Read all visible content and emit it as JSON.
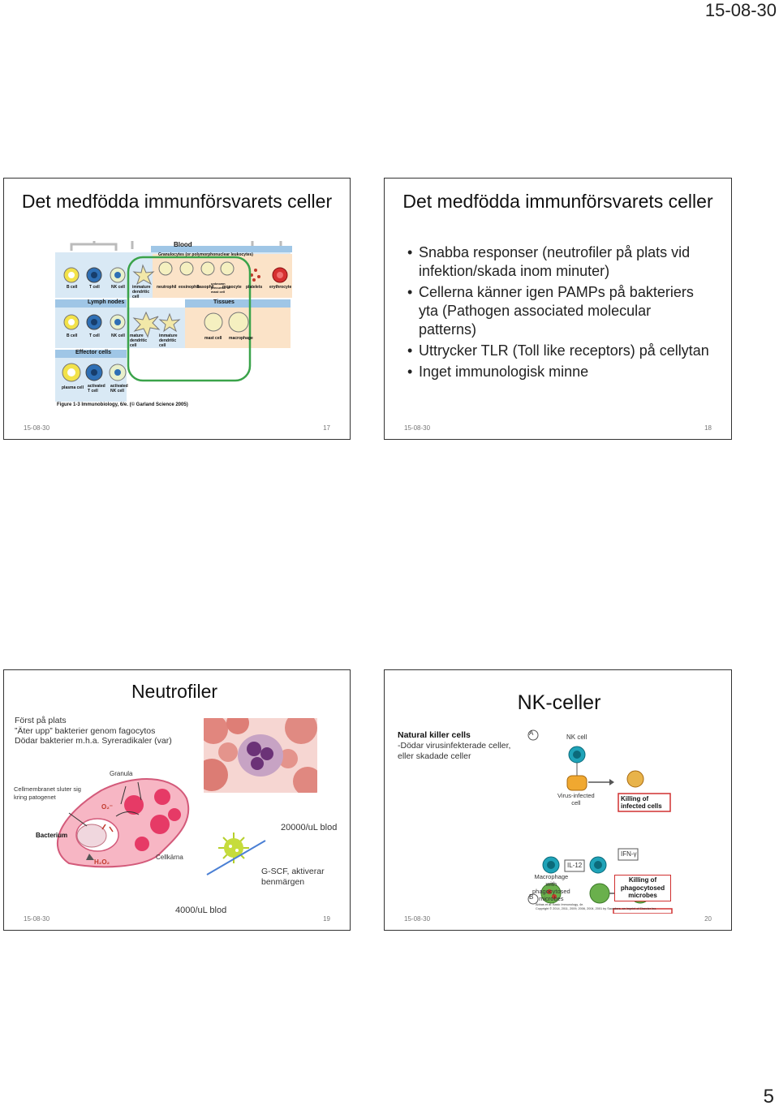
{
  "page": {
    "date": "15-08-30",
    "number": "5"
  },
  "slide17": {
    "title": "Det medfödda immunförsvarets celler",
    "date": "15-08-30",
    "num": "17",
    "figure": {
      "blood": "Blood",
      "granulocytes": "Granulocytes (or polymorphonuclear leukocytes)",
      "lymph_nodes": "Lymph nodes",
      "tissues": "Tissues",
      "effector_cells": "Effector cells",
      "b_cell": "B cell",
      "t_cell": "T cell",
      "nk_cell": "NK cell",
      "immature_dc": "immature dendritic cell",
      "neutrophil": "neutrophil",
      "eosinophil": "eosinophil",
      "basophil": "basophil",
      "unknown_precursor": "unknown precursor of mast cell",
      "monocyte": "monocyte",
      "platelets": "platelets",
      "erythrocyte": "erythrocyte",
      "mature_dc": "mature dendritic cell",
      "mast_cell": "mast cell",
      "macrophage": "macrophage",
      "plasma_cell": "plasma cell",
      "activated_t": "activated T cell",
      "activated_nk": "activated NK cell",
      "caption": "Figure 1-3  Immunobiology, 6/e. (© Garland Science 2005)"
    }
  },
  "slide18": {
    "title": "Det medfödda immunförsvarets celler",
    "date": "15-08-30",
    "num": "18",
    "bullets": [
      "Snabba responser (neutrofiler på plats vid infektion/skada inom minuter)",
      "Cellerna känner igen PAMPs på bakteriers yta (Pathogen associated molecular patterns)",
      "Uttrycker TLR (Toll like receptors) på cellytan",
      "Inget immunologisk minne"
    ]
  },
  "slide19": {
    "title": "Neutrofiler",
    "date": "15-08-30",
    "num": "19",
    "intro": [
      "Först på plats",
      "”Äter upp” bakterier genom fagocytos",
      "Dödar bakterier m.h.a. Syreradikaler (var)"
    ],
    "granula": "Granula",
    "membrane": [
      "Cellmembranet sluter sig",
      "kring patogenet"
    ],
    "bacterium": "Bacterium",
    "o2": "O₂⁻",
    "h2o2": "H₂O₂",
    "nucleus": "Cellkärna",
    "count_high": "20000/uL blod",
    "count_low": "4000/uL blod",
    "gcsf": [
      "G-SCF, aktiverar",
      "benmärgen"
    ]
  },
  "slide20": {
    "title": "NK-celler",
    "date": "15-08-30",
    "num": "20",
    "nk_heading": "Natural killer cells",
    "nk_text": [
      "-Dödar virusinfekterade celler,",
      "eller skadade celler"
    ],
    "panel_a": "A",
    "panel_b": "B",
    "nk_cell": "NK cell",
    "virus_infected": [
      "Virus-infected",
      "cell"
    ],
    "killing_infected": [
      "Killing of",
      "infected cells"
    ],
    "ifn": "IFN-γ",
    "il12": "IL-12",
    "macrophage": [
      "Macrophage",
      "with",
      "phagocytosed",
      "microbes"
    ],
    "killing_phago": [
      "Killing of",
      "phagocytosed",
      "microbes"
    ],
    "credit": [
      "Abbas et al: Basic Immunology, 4e.",
      "Copyright © 2014, 2011, 2009, 2006, 2004, 2001 by Saunders, an imprint of Elsevier Inc."
    ]
  }
}
